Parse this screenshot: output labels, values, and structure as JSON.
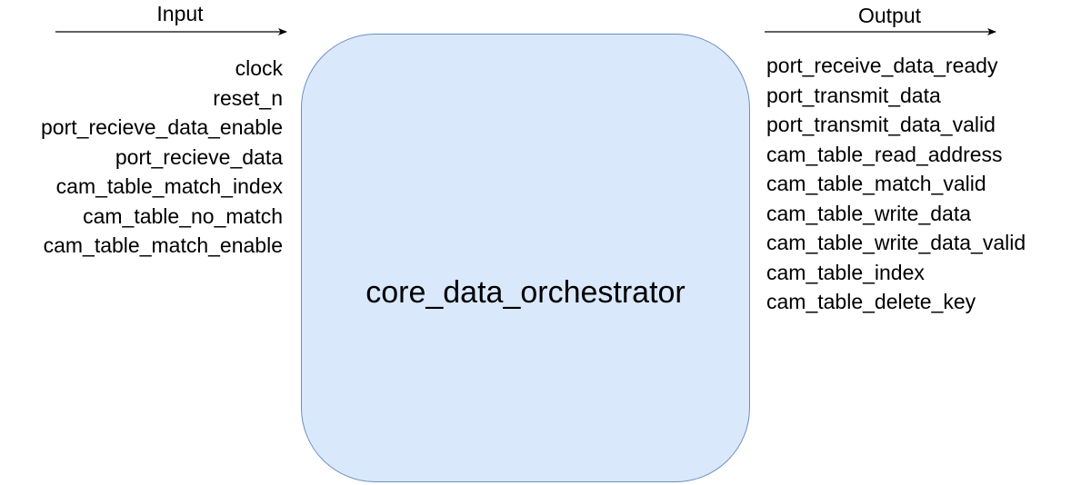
{
  "input_heading": "Input",
  "output_heading": "Output",
  "block": {
    "name": "core_data_orchestrator",
    "fill": "#dae8fc",
    "stroke": "#6c8ebf"
  },
  "inputs": [
    "clock",
    "reset_n",
    "port_recieve_data_enable",
    "port_recieve_data",
    "cam_table_match_index",
    "cam_table_no_match",
    "cam_table_match_enable"
  ],
  "outputs": [
    "port_receive_data_ready",
    "port_transmit_data",
    "port_transmit_data_valid",
    "cam_table_read_address",
    "cam_table_match_valid",
    "cam_table_write_data",
    "cam_table_write_data_valid",
    "cam_table_index",
    "cam_table_delete_key"
  ]
}
